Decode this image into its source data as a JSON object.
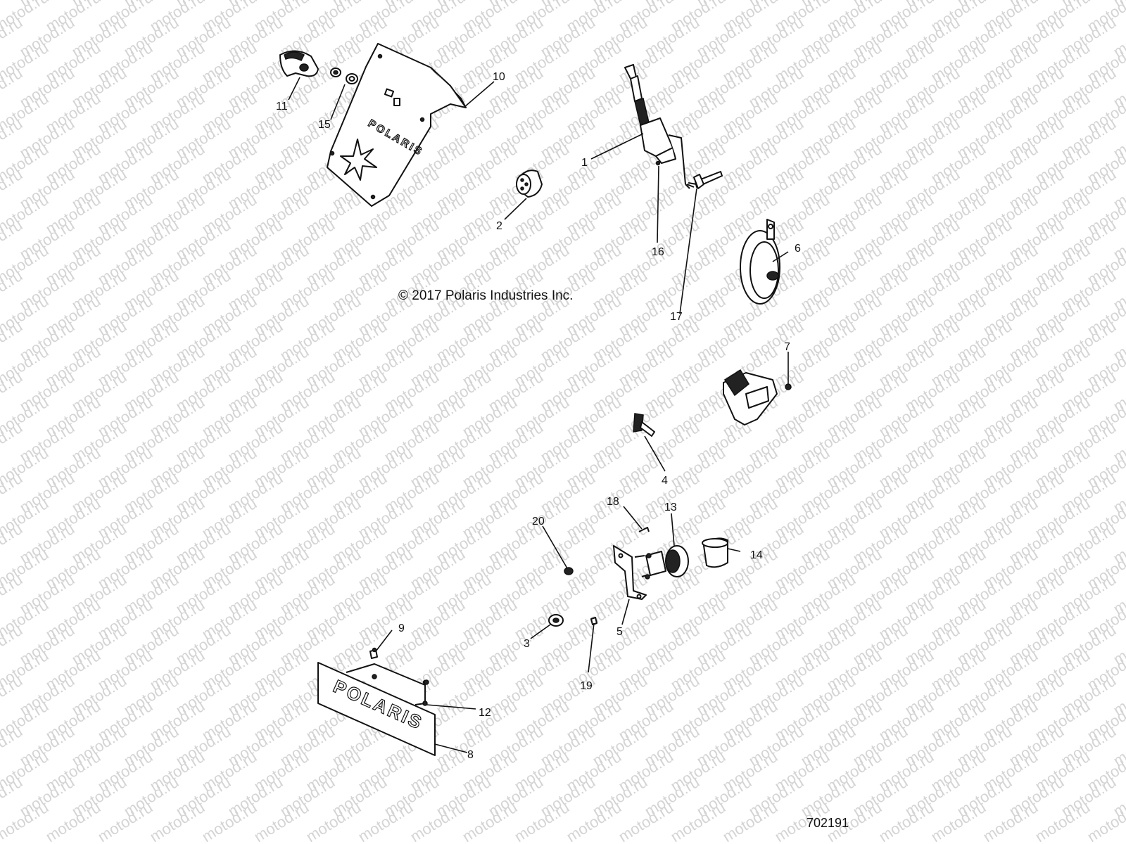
{
  "watermark": {
    "text": "motod.ru"
  },
  "copyright": "© 2017  Polaris Industries Inc.",
  "figure_number": "702191",
  "logos": {
    "plate_top": "POLARIS",
    "plate_bottom": "POLARIS"
  },
  "callouts": [
    {
      "id": "1",
      "label": "1"
    },
    {
      "id": "2",
      "label": "2"
    },
    {
      "id": "3",
      "label": "3"
    },
    {
      "id": "4",
      "label": "4"
    },
    {
      "id": "5",
      "label": "5"
    },
    {
      "id": "6",
      "label": "6"
    },
    {
      "id": "7",
      "label": "7"
    },
    {
      "id": "8",
      "label": "8"
    },
    {
      "id": "9",
      "label": "9"
    },
    {
      "id": "10",
      "label": "10"
    },
    {
      "id": "11",
      "label": "11"
    },
    {
      "id": "12",
      "label": "12"
    },
    {
      "id": "13",
      "label": "13"
    },
    {
      "id": "14",
      "label": "14"
    },
    {
      "id": "15",
      "label": "15"
    },
    {
      "id": "16",
      "label": "16"
    },
    {
      "id": "17",
      "label": "17"
    },
    {
      "id": "18",
      "label": "18"
    },
    {
      "id": "19",
      "label": "19"
    },
    {
      "id": "20",
      "label": "20"
    }
  ]
}
